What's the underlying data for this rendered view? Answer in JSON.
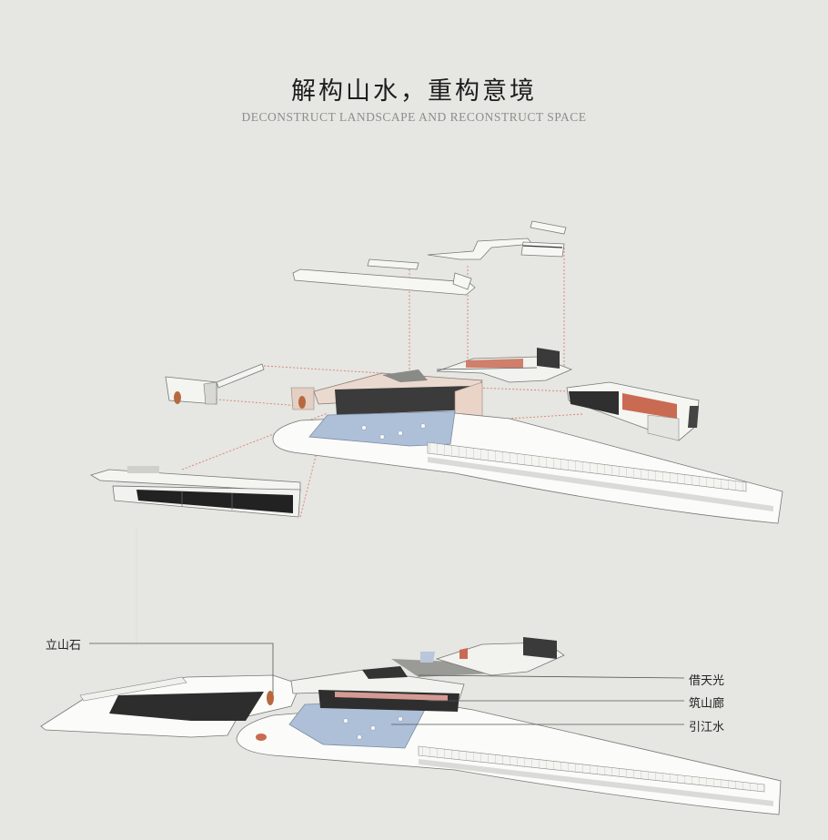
{
  "title": "解构山水，重构意境",
  "subtitle": "DECONSTRUCT LANDSCAPE AND RECONSTRUCT SPACE",
  "labels": {
    "stone": "立山石",
    "sky": "借天光",
    "gallery": "筑山廊",
    "water": "引江水"
  },
  "colors": {
    "background": "#e6e6e2",
    "water": "#aebfd8",
    "accent": "#c96b52",
    "leader": "#d9826f"
  }
}
